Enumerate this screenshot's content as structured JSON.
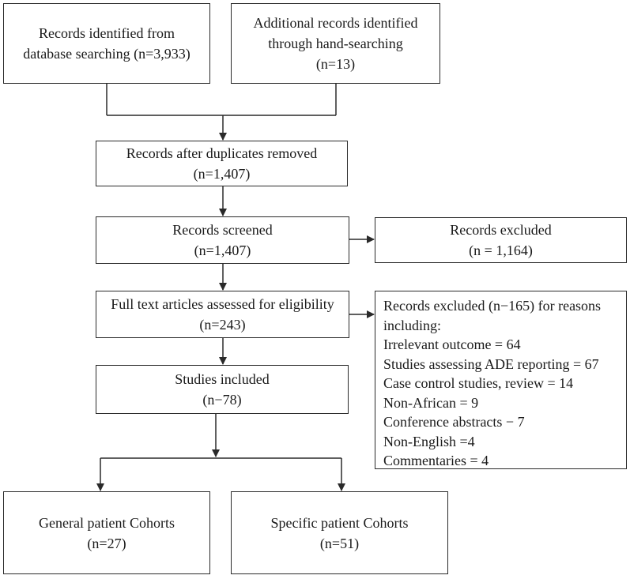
{
  "boxes": {
    "database_search": {
      "line1": "Records identified from",
      "line2": "database searching (n=3,933)"
    },
    "hand_search": {
      "line1": "Additional records identified",
      "line2": "through hand-searching",
      "line3": "(n=13)"
    },
    "duplicates_removed": {
      "line1": "Records after duplicates removed",
      "line2": "(n=1,407)"
    },
    "screened": {
      "line1": "Records screened",
      "line2": "(n=1,407)"
    },
    "excluded": {
      "line1": "Records excluded",
      "line2": "(n = 1,164)"
    },
    "full_text": {
      "line1": "Full text articles assessed for eligibility",
      "line2": "(n=243)"
    },
    "excluded_reasons": {
      "line1": "Records excluded (n−165) for reasons",
      "line2": "including:",
      "items": [
        "Irrelevant outcome = 64",
        "Studies assessing ADE reporting = 67",
        "Case control studies, review = 14",
        "Non-African = 9",
        "Conference abstracts − 7",
        "Non-English =4",
        "Commentaries = 4"
      ]
    },
    "included": {
      "line1": "Studies included",
      "line2": "(n−78)"
    },
    "general_cohorts": {
      "line1": "General patient Cohorts",
      "line2": "(n=27)"
    },
    "specific_cohorts": {
      "line1": "Specific patient Cohorts",
      "line2": "(n=51)"
    }
  },
  "colors": {
    "line": "#2a2a2a",
    "text": "#1a1a1a",
    "background": "#ffffff"
  }
}
